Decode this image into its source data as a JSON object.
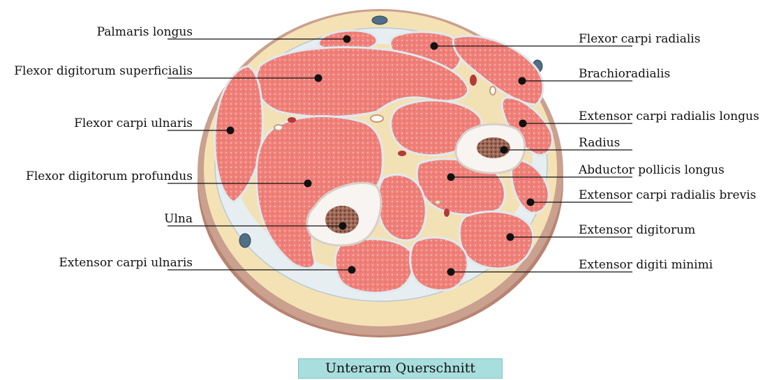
{
  "caption": "Unterarm Querschnitt",
  "colors": {
    "skin": "#caa08f",
    "fat": "#f4e2b5",
    "fascia": "#e6eef2",
    "muscle": "#ef8079",
    "bone_cortex": "#f7f4f1",
    "marrow": "#8a5a4c",
    "vessel_blue": "#4f6f86",
    "vessel_red": "#b33a3a",
    "caption_bg": "#a9dede"
  },
  "labels": {
    "left": {
      "palmaris_longus": "Palmaris longus",
      "flexor_digitorum_superficialis": "Flexor digitorum superficialis",
      "flexor_carpi_ulnaris": "Flexor carpi ulnaris",
      "flexor_digitorum_profundus": "Flexor digitorum profundus",
      "ulna": "Ulna",
      "extensor_carpi_ulnaris": "Extensor carpi ulnaris"
    },
    "right": {
      "flexor_carpi_radialis": "Flexor carpi radialis",
      "brachioradialis": "Brachioradialis",
      "extensor_carpi_radialis_longus": "Extensor carpi radialis longus",
      "radius": "Radius",
      "abductor_pollicis_longus": "Abductor pollicis longus",
      "extensor_carpi_radialis_brevis": "Extensor carpi radialis brevis",
      "extensor_digitorum": "Extensor digitorum",
      "extensor_digiti_minimi": "Extensor digiti minimi"
    }
  }
}
